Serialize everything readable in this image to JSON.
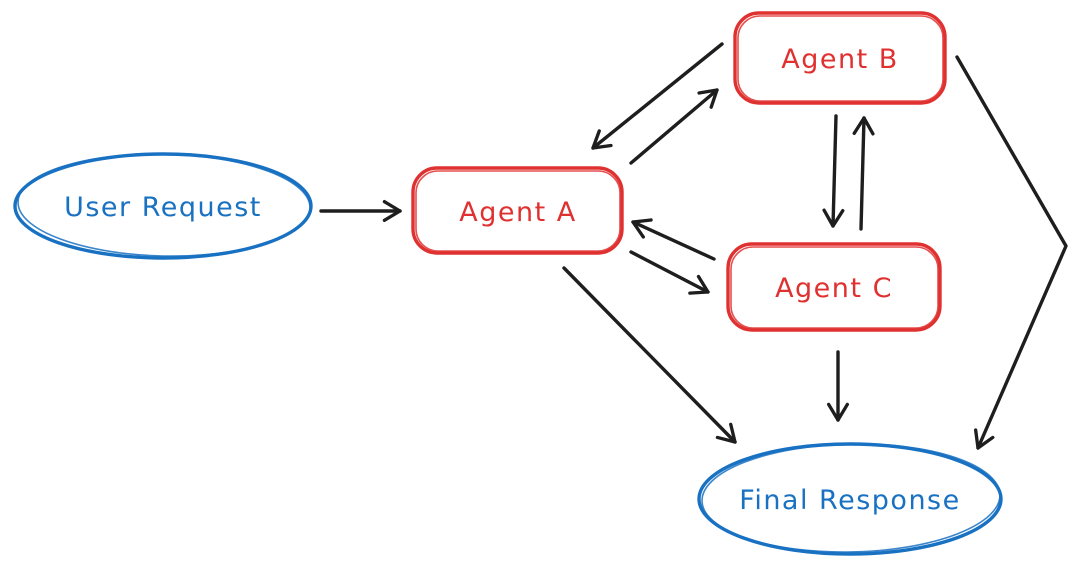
{
  "diagram": {
    "type": "flowchart-sketch",
    "colors": {
      "blue": "#1971c2",
      "red": "#e03131",
      "arrow": "#1e1e1e",
      "background": "#ffffff"
    },
    "nodes": {
      "user_request": {
        "label": "User Request",
        "shape": "ellipse",
        "color": "#1971c2"
      },
      "agent_a": {
        "label": "Agent A",
        "shape": "rounded-rect",
        "color": "#e03131"
      },
      "agent_b": {
        "label": "Agent B",
        "shape": "rounded-rect",
        "color": "#e03131"
      },
      "agent_c": {
        "label": "Agent C",
        "shape": "rounded-rect",
        "color": "#e03131"
      },
      "final_response": {
        "label": "Final Response",
        "shape": "ellipse",
        "color": "#1971c2"
      }
    },
    "edges": [
      {
        "from": "user_request",
        "to": "agent_a"
      },
      {
        "from": "agent_a",
        "to": "agent_b"
      },
      {
        "from": "agent_b",
        "to": "agent_a"
      },
      {
        "from": "agent_b",
        "to": "agent_c"
      },
      {
        "from": "agent_c",
        "to": "agent_b"
      },
      {
        "from": "agent_a",
        "to": "agent_c"
      },
      {
        "from": "agent_c",
        "to": "agent_a"
      },
      {
        "from": "agent_a",
        "to": "final_response"
      },
      {
        "from": "agent_c",
        "to": "final_response"
      },
      {
        "from": "agent_b",
        "to": "final_response"
      }
    ]
  }
}
